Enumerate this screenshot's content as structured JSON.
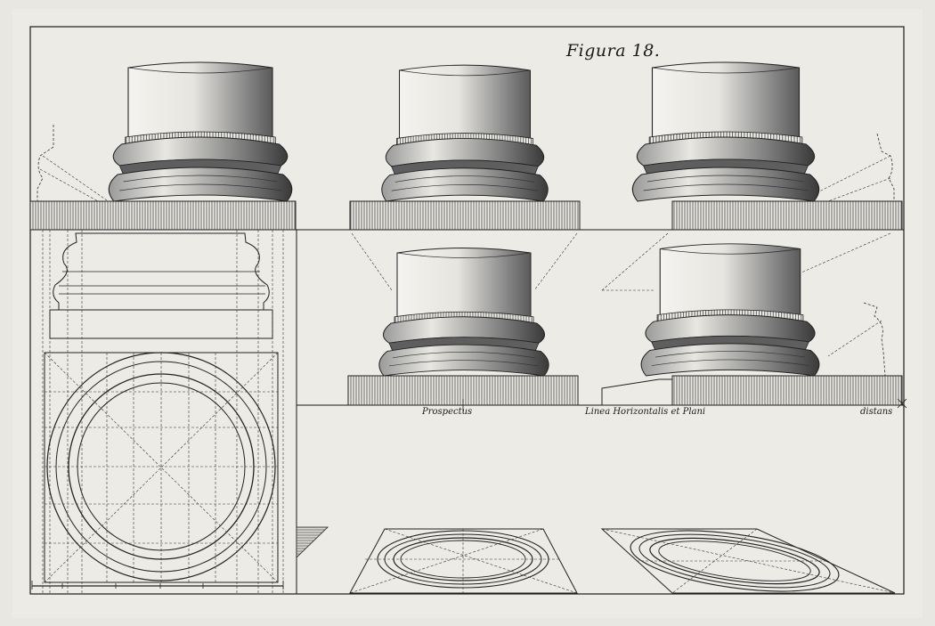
{
  "plate": {
    "title": "Figura 18.",
    "labels": {
      "prospectus": "Prospectus",
      "linea": "Linea Horizontalis et Plani",
      "distans": "distans"
    }
  },
  "colors": {
    "paper": "#ecebe6",
    "ink": "#1a1a1a",
    "shade": "#8a8a8a"
  }
}
